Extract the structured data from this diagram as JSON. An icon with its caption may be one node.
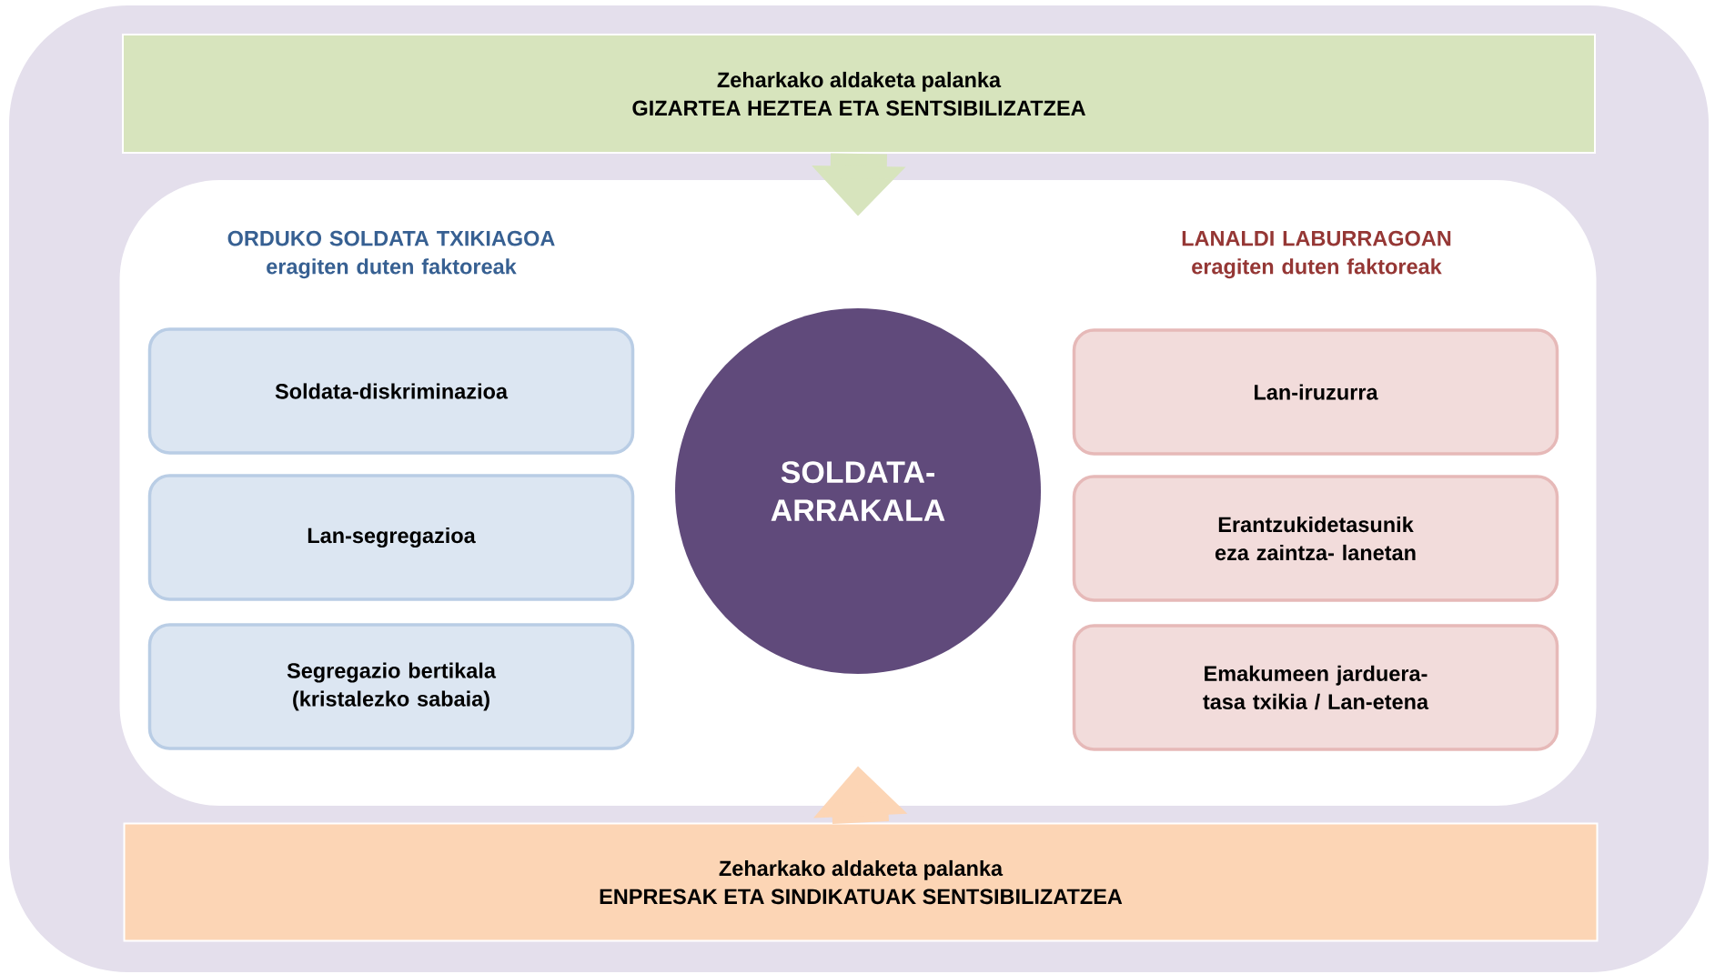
{
  "diagram": {
    "nodes": [
      {
        "text": [
          "Zeharkako aldaketa palanka",
          "GIZARTEA HEZTEA ETA SENTSIBILIZATZEA"
        ]
      },
      {
        "text": [
          "ORDUKO SOLDATA TXIKIAGOA eragiten duten faktoreak",
          "LANALDI LABURRAGOAN eragiten duten faktoreak"
        ]
      },
      {
        "text": [
          "Soldata-diskriminazioa"
        ],
        "in": 1
      },
      {
        "text": [
          "Lan-segregazioa"
        ],
        "in": 1
      },
      {
        "text": [
          "Segregazio bertikala (kristalezko sabaia)"
        ],
        "in": 1
      },
      {
        "text": [
          "SOLDATA- ARRAKALA"
        ],
        "in": 1
      },
      {
        "text": [
          "Lan-iruzurra"
        ],
        "in": 1
      },
      {
        "text": [
          "Erantzukidetasunik eza zaintza- lanetan"
        ],
        "in": 1
      },
      {
        "text": [
          "Emakumeen jarduera-tasa txikia / Lan-etena"
        ],
        "in": 1
      },
      {
        "text": [
          "Zeharkako aldaketa palanka",
          "ENPRESAK ETA SINDIKATUAK SENTSIBILIZATZEA"
        ]
      }
    ],
    "edges": [
      {
        "from": 0,
        "to": 1,
        "arrow": "to",
        "color": "#d7e4bd"
      },
      {
        "from": 9,
        "to": 1,
        "arrow": "to",
        "color": "#fcd5b5"
      }
    ]
  }
}
